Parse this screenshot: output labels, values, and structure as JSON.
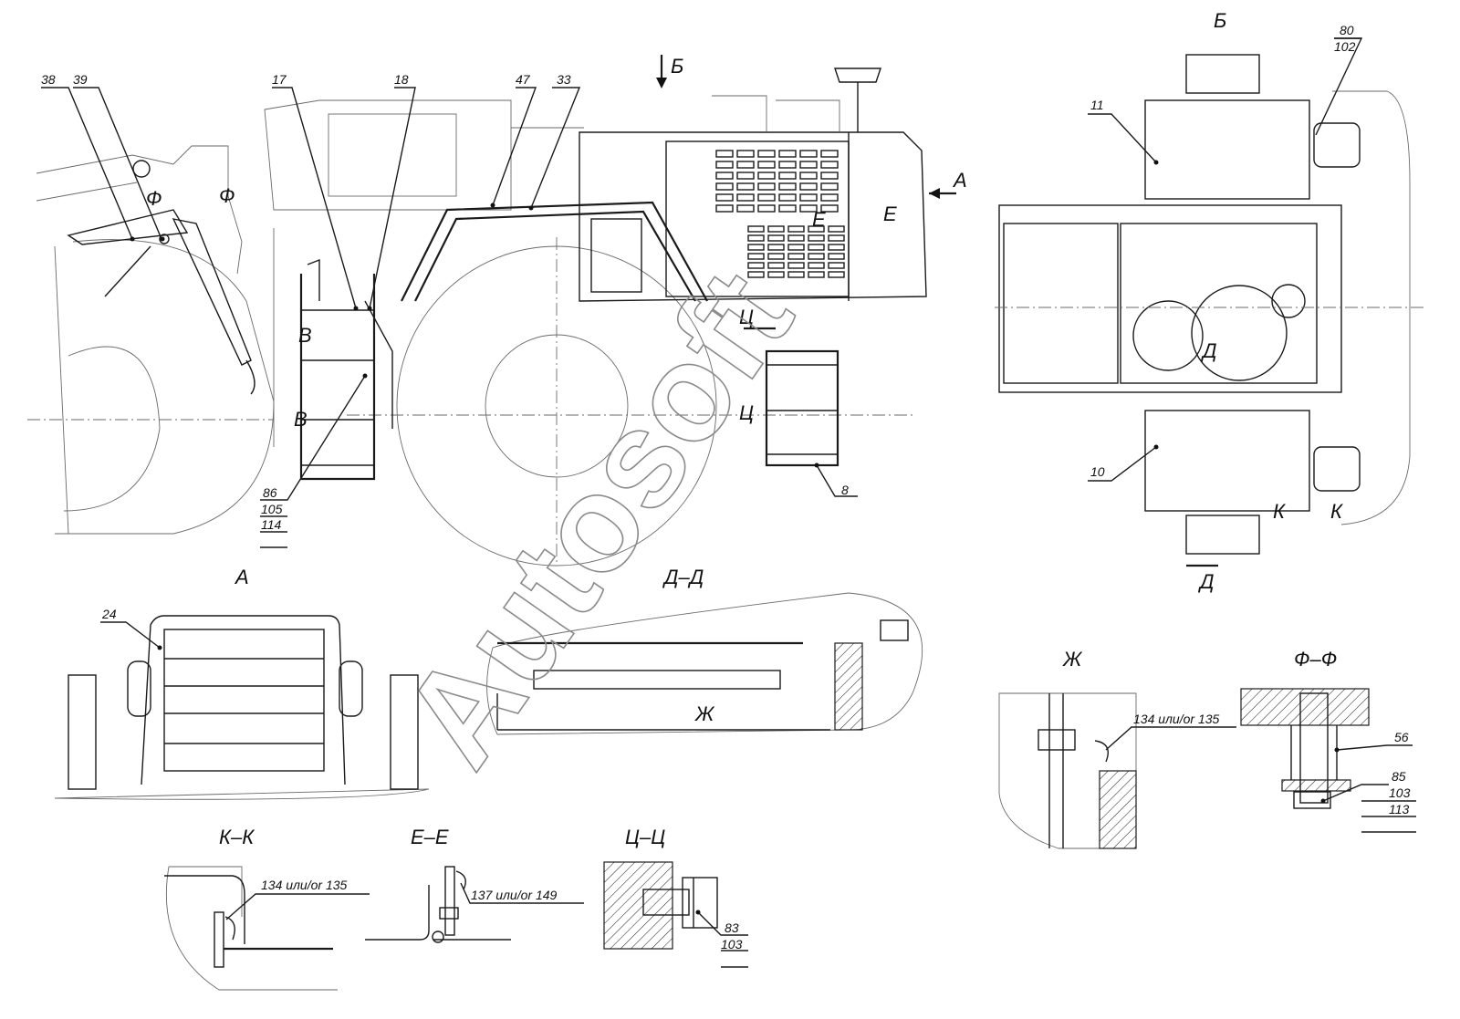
{
  "watermark": "Autosoft",
  "views": {
    "top": "Б",
    "front": "А",
    "dd": "Д–Д",
    "zh": "Ж",
    "ff": "Ф–Ф",
    "kk": "К–К",
    "ee": "Е–Е",
    "tsts": "Ц–Ц"
  },
  "section_marks": {
    "b": "Б",
    "a": "А",
    "e": "Е",
    "f": "Ф",
    "v": "В",
    "ts": "Ц",
    "d": "Д",
    "k": "К",
    "zh": "Ж"
  },
  "callouts": {
    "c38": "38",
    "c39": "39",
    "c17": "17",
    "c18": "18",
    "c47": "47",
    "c33": "33",
    "c80": "80",
    "c102": "102",
    "c11": "11",
    "c10": "10",
    "c8": "8",
    "c86": "86",
    "c105": "105",
    "c114": "114",
    "c24": "24",
    "c56": "56",
    "c85": "85",
    "c103": "103",
    "c113": "113",
    "c83": "83",
    "c103b": "103",
    "zh_note": "134 или/or 135",
    "kk_note": "134 или/or 135",
    "ee_note": "137 или/or 149"
  }
}
